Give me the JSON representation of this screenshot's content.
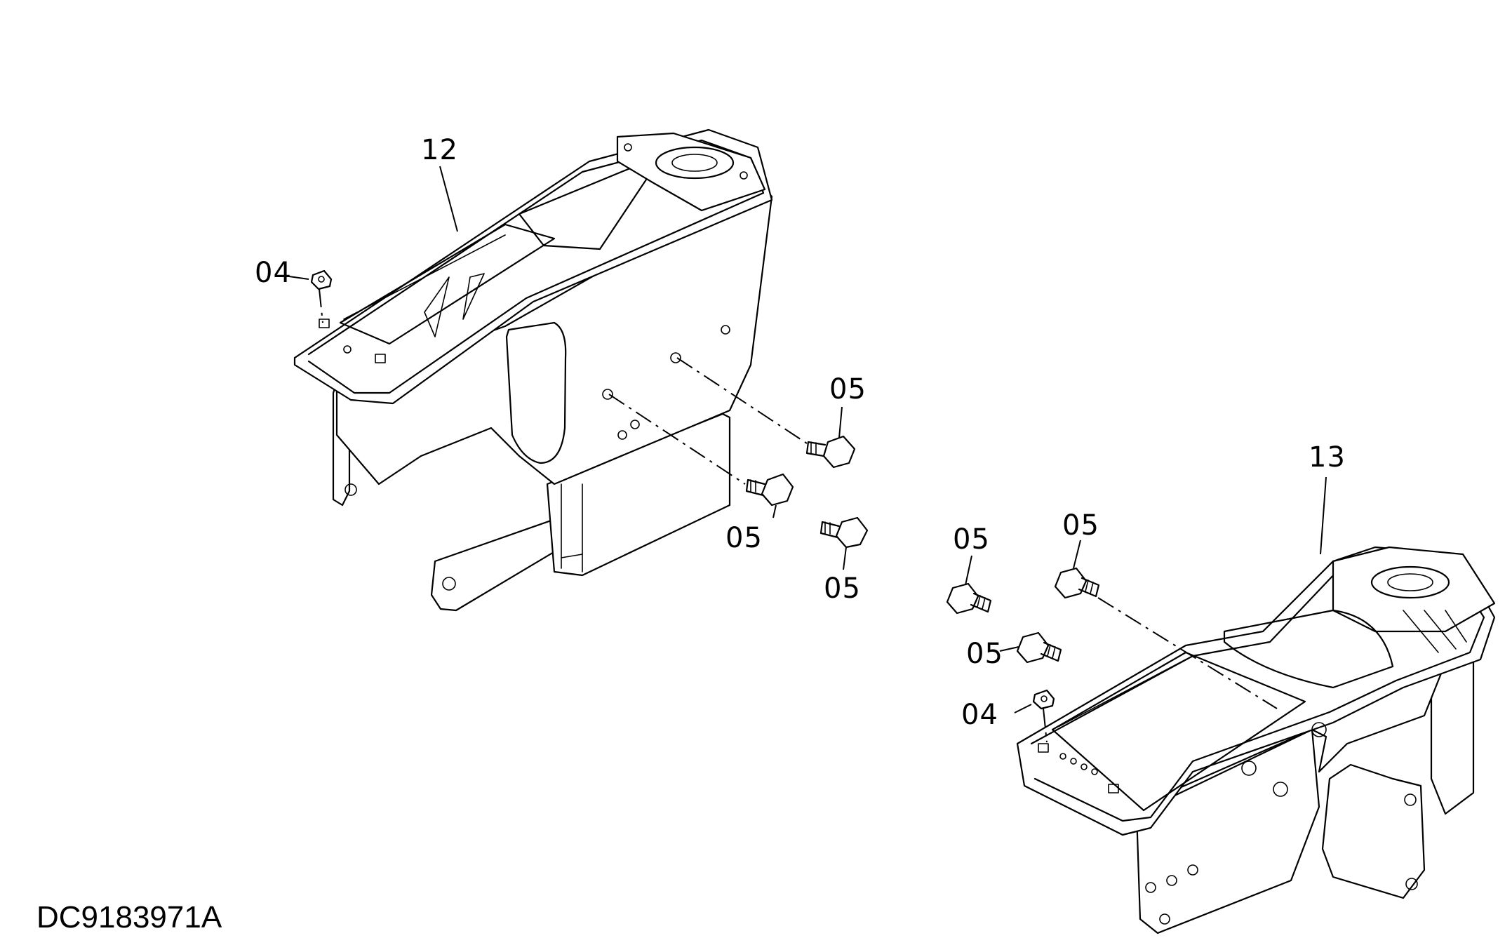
{
  "drawing_id": "DC9183971A",
  "callouts": {
    "part_12": "12",
    "part_13": "13",
    "part_04_left": "04",
    "part_04_right": "04",
    "part_05_a": "05",
    "part_05_b": "05",
    "part_05_c": "05",
    "part_05_d": "05",
    "part_05_e": "05",
    "part_05_f": "05"
  }
}
